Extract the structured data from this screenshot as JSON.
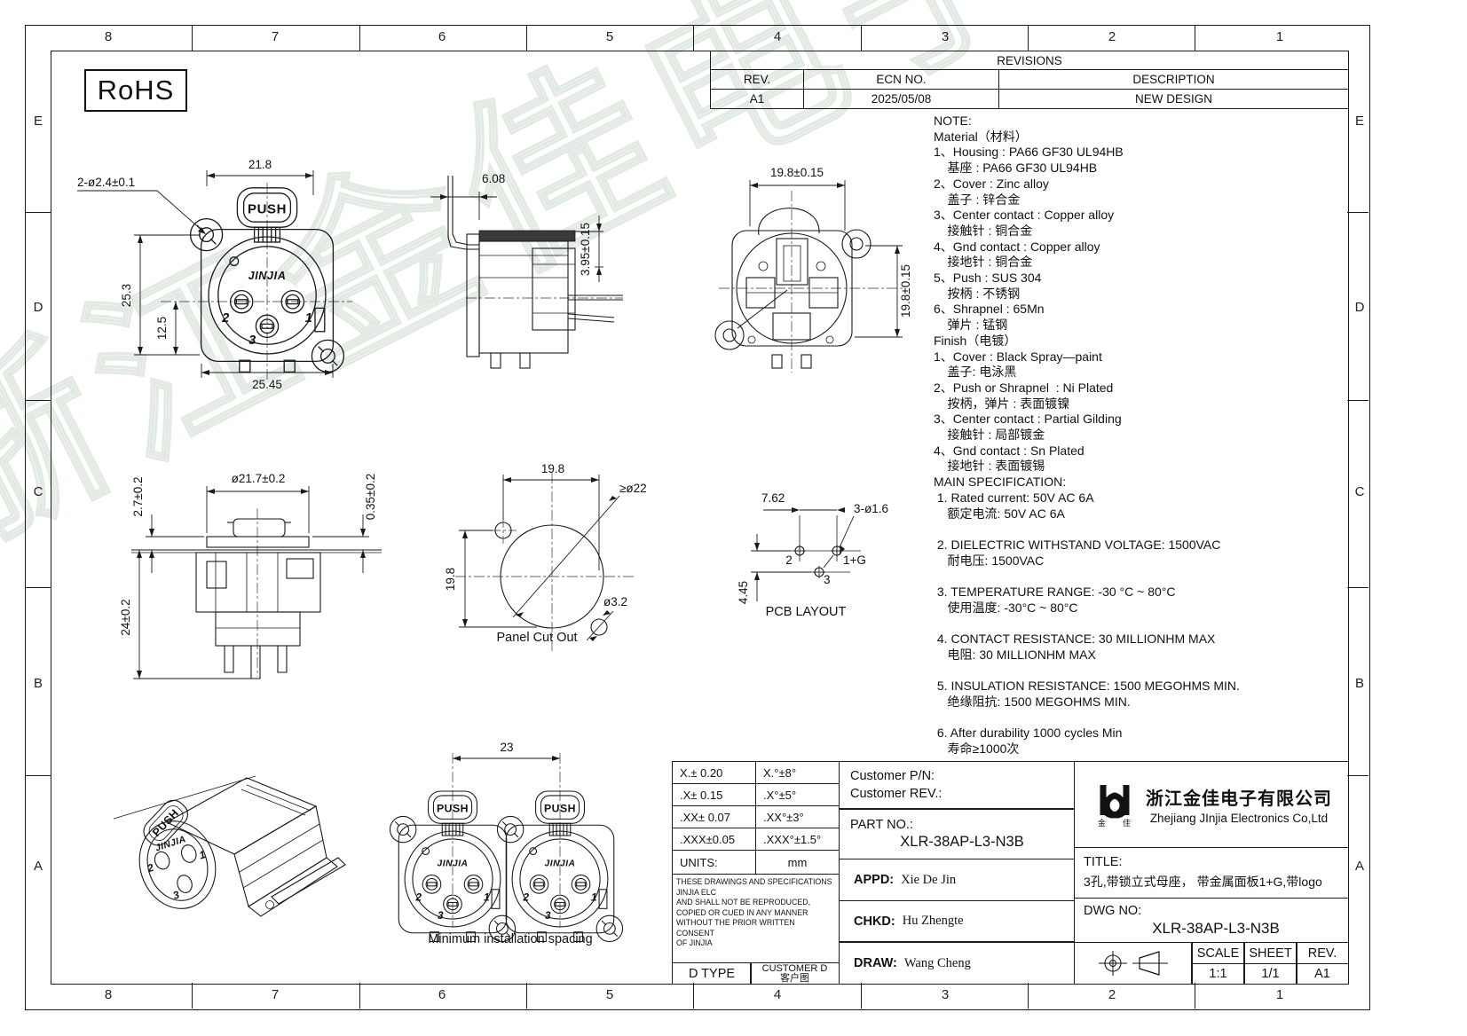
{
  "sheet": {
    "rohs": "RoHS",
    "zones_h": [
      "8",
      "7",
      "6",
      "5",
      "4",
      "3",
      "2",
      "1"
    ],
    "zones_v": [
      "E",
      "D",
      "C",
      "B",
      "A"
    ],
    "watermark": "浙江金佳电子有限公司"
  },
  "revisions": {
    "title": "REVISIONS",
    "col_rev": "REV.",
    "col_ecn": "ECN NO.",
    "col_desc": "DESCRIPTION",
    "row": {
      "rev": "A1",
      "ecn": "2025/05/08",
      "desc": "NEW DESIGN"
    }
  },
  "connector": {
    "push": "PUSH",
    "brand": "JINJIA",
    "pin1": "1",
    "pin2": "2",
    "pin3": "3"
  },
  "views": {
    "front": {
      "dim_width_top": "21.8",
      "dim_holes": "2-ø2.4±0.1",
      "dim_height": "25.3",
      "dim_pin_height": "12.5",
      "dim_width_bottom": "25.45"
    },
    "side": {
      "dim_depth": "6.08",
      "dim_tail": "3.95±0.15"
    },
    "rear": {
      "dim_width": "19.8±0.15",
      "dim_height": "19.8±0.15"
    },
    "mounted": {
      "dim_head": "2.7±0.2",
      "dim_dia": "ø21.7±0.2",
      "dim_flange": "0.35±0.2",
      "dim_depth": "24±0.2"
    },
    "panel": {
      "caption": "Panel  Cut  Out",
      "dim_x": "19.8",
      "dim_y": "19.8",
      "dim_dia": "≥ø22",
      "dim_hole": "ø3.2"
    },
    "pcb": {
      "caption": "PCB  LAYOUT",
      "dim_pitch": "7.62",
      "dim_holes": "3-ø1.6",
      "dim_y": "4.45",
      "pin2": "2",
      "pin3": "3",
      "pin1g": "1+G"
    },
    "spacing": {
      "caption": "Minimum  installation  spacing",
      "dim": "23"
    }
  },
  "notes": {
    "lines": [
      "NOTE:",
      "Material（材料）",
      "1、Housing : PA66 GF30 UL94HB",
      "    基座 : PA66 GF30 UL94HB",
      "2、Cover : Zinc alloy",
      "    盖子 : 锌合金",
      "3、Center contact : Copper alloy",
      "    接触针 : 铜合金",
      "4、Gnd contact : Copper alloy",
      "    接地针 : 铜合金",
      "5、Push : SUS 304",
      "    按柄 : 不锈钢",
      "6、Shrapnel : 65Mn",
      "    弹片 : 锰钢",
      "Finish（电镀）",
      "1、Cover : Black Spray—paint",
      "    盖子: 电泳黑",
      "2、Push or Shrapnel  : Ni Plated",
      "    按柄，弹片 : 表面镀镍",
      "3、Center contact : Partial Gilding",
      "    接触针 : 局部镀金",
      "4、Gnd contact : Sn Plated",
      "    接地针 : 表面镀锡",
      "MAIN SPECIFICATION:",
      " 1. Rated current: 50V AC 6A",
      "    额定电流: 50V AC 6A",
      "",
      " 2. DIELECTRIC WITHSTAND VOLTAGE: 1500VAC",
      "    耐电压: 1500VAC",
      "",
      " 3. TEMPERATURE RANGE: -30 °C ~ 80°C",
      "    使用温度: -30°C ~ 80°C",
      "",
      " 4. CONTACT RESISTANCE: 30 MILLIONHM MAX",
      "    电阻: 30 MILLIONHM MAX",
      "",
      " 5. INSULATION RESISTANCE: 1500 MEGOHMS MIN.",
      "    绝缘阻抗: 1500 MEGOHMS MIN.",
      "",
      " 6. After durability 1000 cycles Min",
      "    寿命≥1000次"
    ]
  },
  "title_block": {
    "tolerances": [
      [
        "X.± 0.20",
        "X.°±8°"
      ],
      [
        ".X± 0.15",
        ".X°±5°"
      ],
      [
        ".XX± 0.07",
        ".XX°±3°"
      ],
      [
        ".XXX±0.05",
        ".XXX°±1.5°"
      ],
      [
        "UNITS:",
        "mm"
      ]
    ],
    "disclaimer": [
      "THESE DRAWINGS AND SPECIFICATIONS",
      "JINJIA ELC",
      "AND SHALL NOT BE REPRODUCED,",
      "COPIED OR CUED IN ANY MANNER",
      "WITHOUT THE PRIOR WRITTEN CONSENT",
      "OF JINJIA"
    ],
    "d_type": "D TYPE",
    "customer_d": "CUSTOMER D",
    "customer_d_cn": "客户图",
    "customer_pn_label": "Customer P/N:",
    "customer_rev_label": "Customer REV.:",
    "part_no_label": "PART NO.:",
    "part_no": "XLR-38AP-L3-N3B",
    "appd_label": "APPD:",
    "appd": "Xie De Jin",
    "chkd_label": "CHKD:",
    "chkd": "Hu Zhengte",
    "draw_label": "DRAW:",
    "draw": "Wang Cheng",
    "company_cn": "浙江金佳电子有限公司",
    "company_en": "Zhejiang JInjia Electronics Co,Ltd",
    "logo_cn_left": "金",
    "logo_cn_right": "佳",
    "title_label": "TITLE:",
    "title": "3孔,带锁立式母座， 带金属面板1+G,带logo",
    "dwg_label": "DWG NO:",
    "dwg_no": "XLR-38AP-L3-N3B",
    "scale_label": "SCALE",
    "scale": "1:1",
    "sheet_label": "SHEET",
    "sheet": "1/1",
    "rev_label": "REV.",
    "rev": "A1"
  }
}
